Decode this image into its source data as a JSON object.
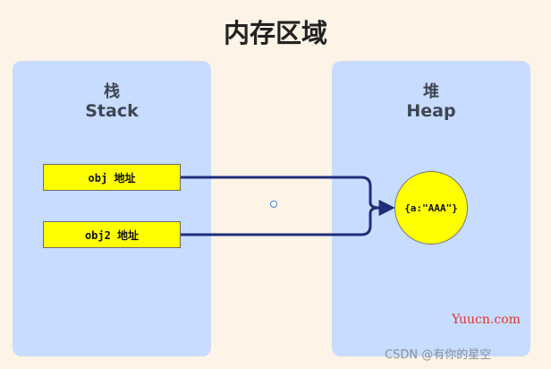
{
  "title": "内存区域",
  "stack": {
    "title_cn": "栈",
    "title_en": "Stack",
    "refs": [
      {
        "label": "obj  地址"
      },
      {
        "label": "obj2  地址"
      }
    ]
  },
  "heap": {
    "title_cn": "堆",
    "title_en": "Heap",
    "object_label": "{a:\"AAA\"}"
  },
  "colors": {
    "background": "#fdf3e7",
    "panel": "#c7dcff",
    "highlight": "#ffff00",
    "arrow": "#1f2f7a",
    "brand": "#e3342f"
  },
  "footer": {
    "site": "Yuucn.com",
    "watermark": "CSDN @有你的星空"
  }
}
